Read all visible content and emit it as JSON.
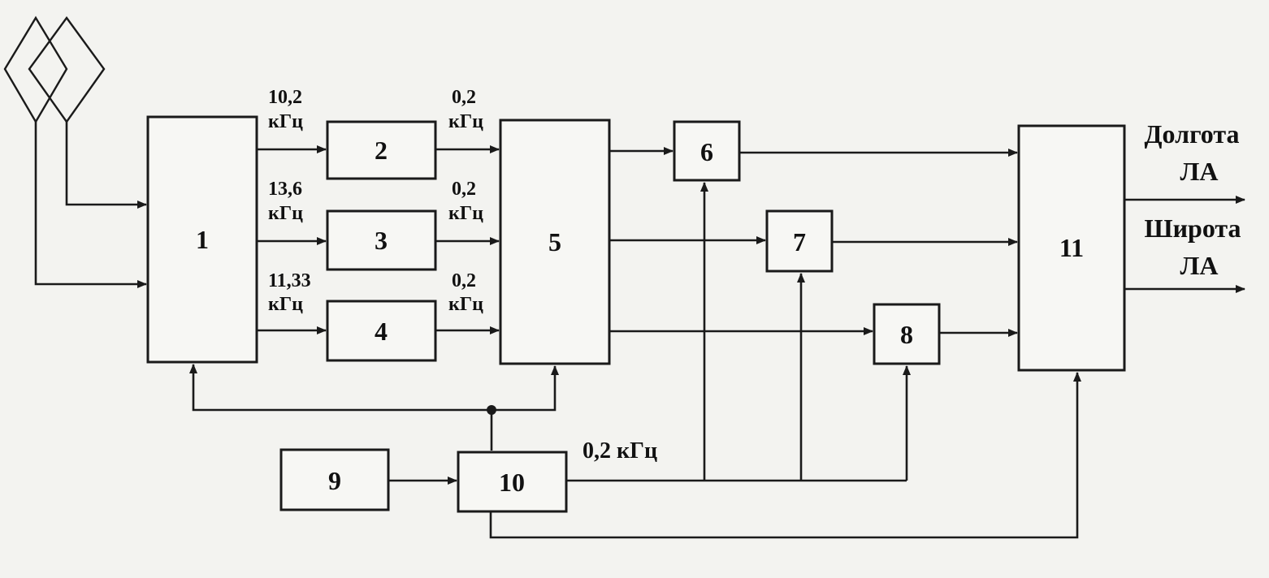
{
  "blocks": [
    {
      "id": "1",
      "label": "1"
    },
    {
      "id": "2",
      "label": "2"
    },
    {
      "id": "3",
      "label": "3"
    },
    {
      "id": "4",
      "label": "4"
    },
    {
      "id": "5",
      "label": "5"
    },
    {
      "id": "6",
      "label": "6"
    },
    {
      "id": "7",
      "label": "7"
    },
    {
      "id": "8",
      "label": "8"
    },
    {
      "id": "9",
      "label": "9"
    },
    {
      "id": "10",
      "label": "10"
    },
    {
      "id": "11",
      "label": "11"
    }
  ],
  "freq_labels": {
    "in2_value": "10,2",
    "in2_unit": "кГц",
    "in3_value": "13,6",
    "in3_unit": "кГц",
    "in4_value": "11,33",
    "in4_unit": "кГц",
    "out2_value": "0,2",
    "out2_unit": "кГц",
    "out3_value": "0,2",
    "out3_unit": "кГц",
    "out4_value": "0,2",
    "out4_unit": "кГц",
    "ref": "0,2 кГц"
  },
  "outputs": {
    "longitude_line1": "Долгота",
    "longitude_line2": "ЛА",
    "latitude_line1": "Широта",
    "latitude_line2": "ЛА"
  }
}
